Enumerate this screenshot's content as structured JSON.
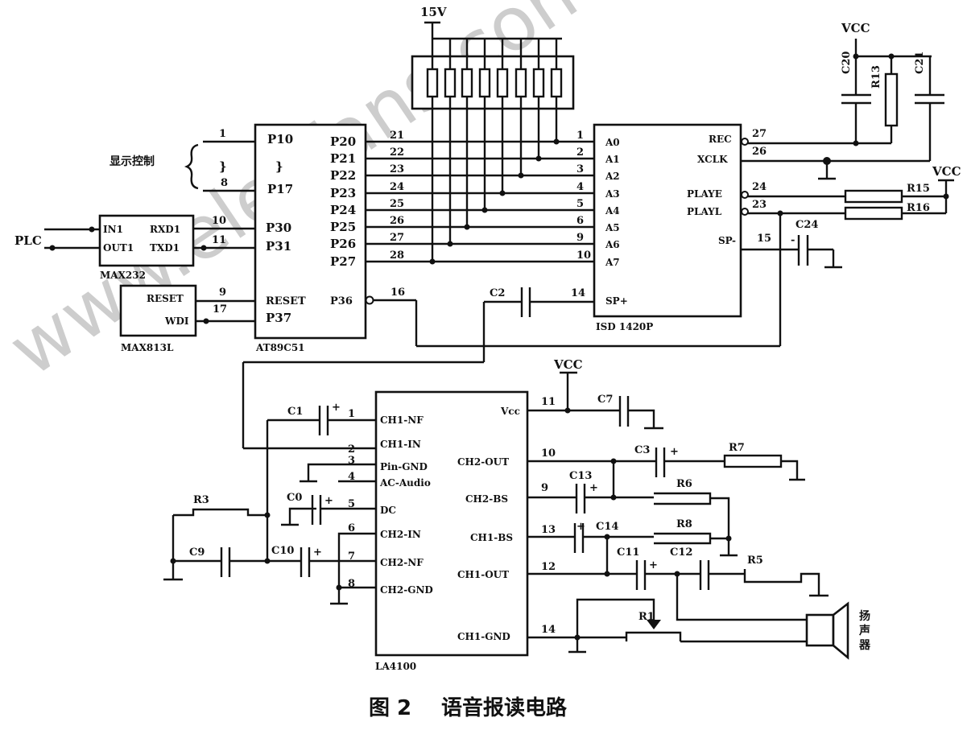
{
  "figure": {
    "caption_number": "图 2",
    "caption_title": "语音报读电路",
    "watermark": "www.elecfans.com"
  },
  "supply": {
    "v15": "15V",
    "vcc": "VCC"
  },
  "mcu": {
    "name": "AT89C51",
    "pins_left": [
      "P10",
      "}",
      "P17",
      "P30",
      "P31",
      "RESET",
      "P37"
    ],
    "pins_right": [
      "P20",
      "P21",
      "P22",
      "P23",
      "P24",
      "P25",
      "P26",
      "P27",
      "P36"
    ],
    "pin_nums_left": [
      "1",
      "}",
      "8",
      "10",
      "11",
      "9",
      "17"
    ],
    "pin_nums_right": [
      "21",
      "22",
      "23",
      "24",
      "25",
      "26",
      "27",
      "28",
      "16"
    ],
    "display_label": "显示控制"
  },
  "max232": {
    "name": "MAX232",
    "left": [
      "IN1",
      "OUT1"
    ],
    "right": [
      "RXD1",
      "TXD1"
    ]
  },
  "plc": {
    "label": "PLC"
  },
  "max813": {
    "name": "MAX813L",
    "pins": [
      "RESET",
      "WDI"
    ]
  },
  "isd": {
    "name": "ISD 1420P",
    "pins_left": [
      "A0",
      "A1",
      "A2",
      "A3",
      "A4",
      "A5",
      "A6",
      "A7",
      "SP+"
    ],
    "pin_nums_left": [
      "1",
      "2",
      "3",
      "4",
      "5",
      "6",
      "9",
      "10",
      "14"
    ],
    "pins_right": [
      "REC",
      "XCLK",
      "PLAYE",
      "PLAYL",
      "SP-"
    ],
    "pin_nums_right": [
      "27",
      "26",
      "24",
      "23",
      "15"
    ]
  },
  "la4100": {
    "name": "LA4100",
    "pins_left": [
      "CH1-NF",
      "CH1-IN",
      "Pin-GND",
      "AC-Audio",
      "DC",
      "CH2-IN",
      "CH2-NF",
      "CH2-GND"
    ],
    "pin_nums_left": [
      "1",
      "2",
      "3",
      "4",
      "5",
      "6",
      "7",
      "8"
    ],
    "pins_right": [
      "Vcc",
      "CH2-OUT",
      "CH2-BS",
      "CH1-BS",
      "CH1-OUT",
      "CH1-GND"
    ],
    "pin_nums_right": [
      "11",
      "10",
      "9",
      "13",
      "12",
      "14"
    ]
  },
  "components": {
    "C1": "C1",
    "C2": "C2",
    "C3": "C3",
    "C7": "C7",
    "C9": "C9",
    "C10": "C10",
    "C11": "C11",
    "C12": "C12",
    "C13": "C13",
    "C14": "C14",
    "C20": "C20",
    "C21": "C21",
    "C24": "C24",
    "C0": "C0",
    "R1": "R1",
    "R3": "R3",
    "R5": "R5",
    "R6": "R6",
    "R7": "R7",
    "R8": "R8",
    "R13": "R13",
    "R15": "R15",
    "R16": "R16"
  },
  "speaker": {
    "label": "扬声器"
  },
  "polarity": {
    "plus": "+",
    "minus": "-"
  }
}
